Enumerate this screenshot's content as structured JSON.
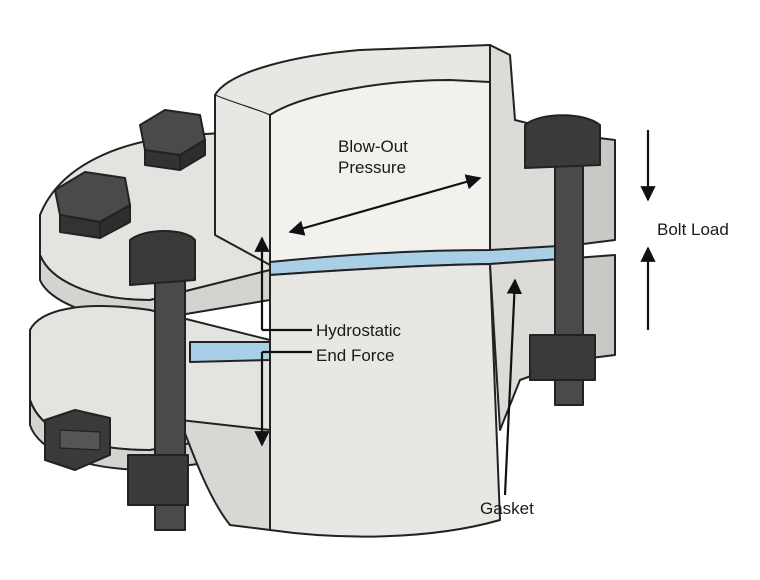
{
  "labels": {
    "blowout_line1": "Blow-Out",
    "blowout_line2": "Pressure",
    "bolt_load": "Bolt Load",
    "hydrostatic": "Hydrostatic",
    "end_force": "End Force",
    "gasket": "Gasket"
  },
  "colors": {
    "flange_light": "#ecebe8",
    "flange_mid": "#d9d8d4",
    "flange_shadow": "#bdbcb7",
    "bolt_dark": "#4a4a4a",
    "bolt_darker": "#2e2e2e",
    "gasket": "#a8cfe6"
  }
}
